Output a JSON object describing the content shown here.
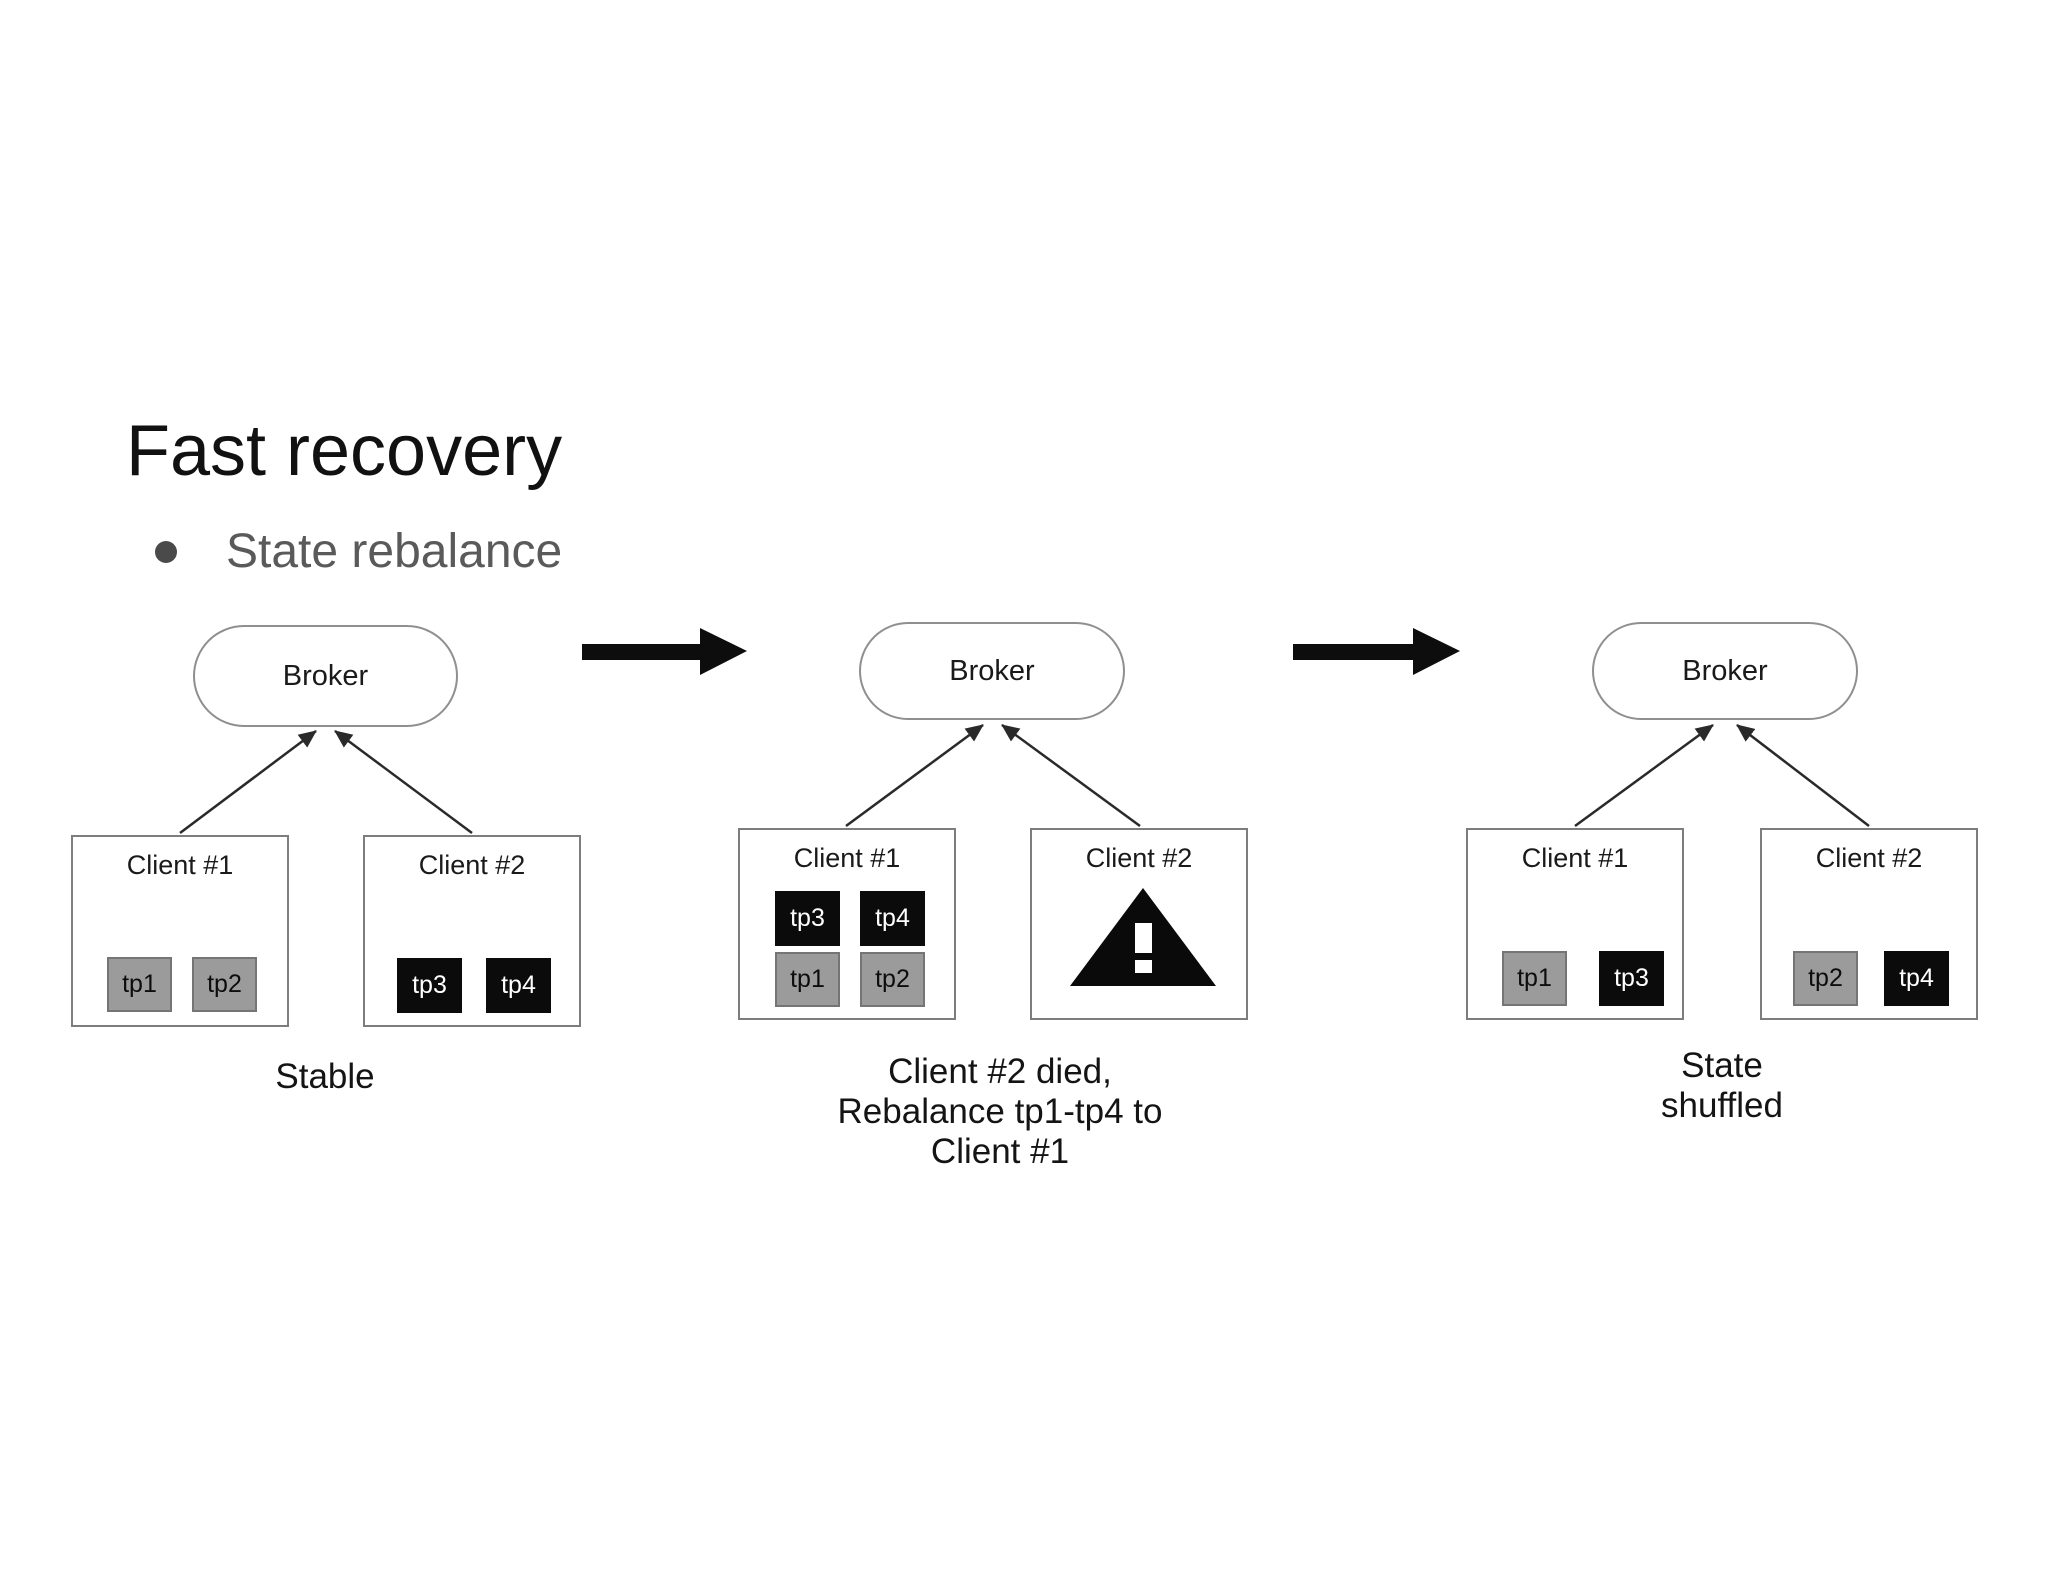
{
  "slide": {
    "title": "Fast recovery",
    "bullets": [
      {
        "label": "State rebalance"
      }
    ]
  },
  "colors": {
    "background": "#ffffff",
    "title_text": "#111111",
    "bullet_text": "#5a5a5a",
    "partition_gray_fill": "#9b9b9b",
    "partition_gray_border": "#757575",
    "partition_black_fill": "#0b0b0b",
    "partition_text_on_black": "#ffffff",
    "client_box_border": "#7d7d7d",
    "broker_border": "#8f8f8f",
    "connector_line": "#2a2a2a",
    "flow_arrow": "#0d0d0d",
    "warning_icon": "#0a0a0a"
  },
  "diagram": {
    "panels": [
      {
        "id": "stable",
        "broker": "Broker",
        "clients": [
          {
            "label": "Client #1",
            "partitions": [
              {
                "id": "tp1",
                "variant": "gray"
              },
              {
                "id": "tp2",
                "variant": "gray"
              }
            ]
          },
          {
            "label": "Client #2",
            "partitions": [
              {
                "id": "tp3",
                "variant": "black"
              },
              {
                "id": "tp4",
                "variant": "black"
              }
            ]
          }
        ],
        "caption_lines": [
          "Stable"
        ]
      },
      {
        "id": "rebalance",
        "broker": "Broker",
        "clients": [
          {
            "label": "Client #1",
            "partitions": [
              {
                "id": "tp3",
                "variant": "black"
              },
              {
                "id": "tp4",
                "variant": "black"
              },
              {
                "id": "tp1",
                "variant": "gray"
              },
              {
                "id": "tp2",
                "variant": "gray"
              }
            ]
          },
          {
            "label": "Client #2",
            "icon": "warning"
          }
        ],
        "caption_lines": [
          "Client #2 died,",
          "Rebalance tp1-tp4 to",
          "Client #1"
        ]
      },
      {
        "id": "shuffled",
        "broker": "Broker",
        "clients": [
          {
            "label": "Client #1",
            "partitions": [
              {
                "id": "tp1",
                "variant": "gray"
              },
              {
                "id": "tp3",
                "variant": "black"
              }
            ]
          },
          {
            "label": "Client #2",
            "partitions": [
              {
                "id": "tp2",
                "variant": "gray"
              },
              {
                "id": "tp4",
                "variant": "black"
              }
            ]
          }
        ],
        "caption_lines": [
          "State",
          "shuffled"
        ]
      }
    ]
  }
}
